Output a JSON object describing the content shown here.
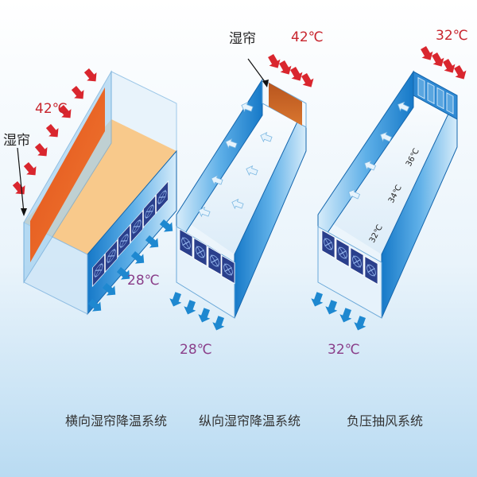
{
  "panels": [
    {
      "caption": "横向湿帘降温系统",
      "pad_label": "湿帘",
      "inlet_temp": "42℃",
      "outlet_temp": "28℃"
    },
    {
      "caption": "纵向湿帘降温系统",
      "pad_label": "湿帘",
      "inlet_temp": "42℃",
      "outlet_temp": "28℃"
    },
    {
      "caption": "负压抽风系统",
      "inlet_temp": "32℃",
      "outlet_temp": "32℃",
      "interior_temps": [
        "32℃",
        "34℃",
        "36℃"
      ]
    }
  ],
  "colors": {
    "hot_arrow": "#d9262e",
    "cool_arrow": "#1e88d0",
    "temp_hot": "#c8262e",
    "temp_cool": "#8a3f8a",
    "pad_orange": "#e9621f",
    "floor_orange": "#f8c98b"
  }
}
